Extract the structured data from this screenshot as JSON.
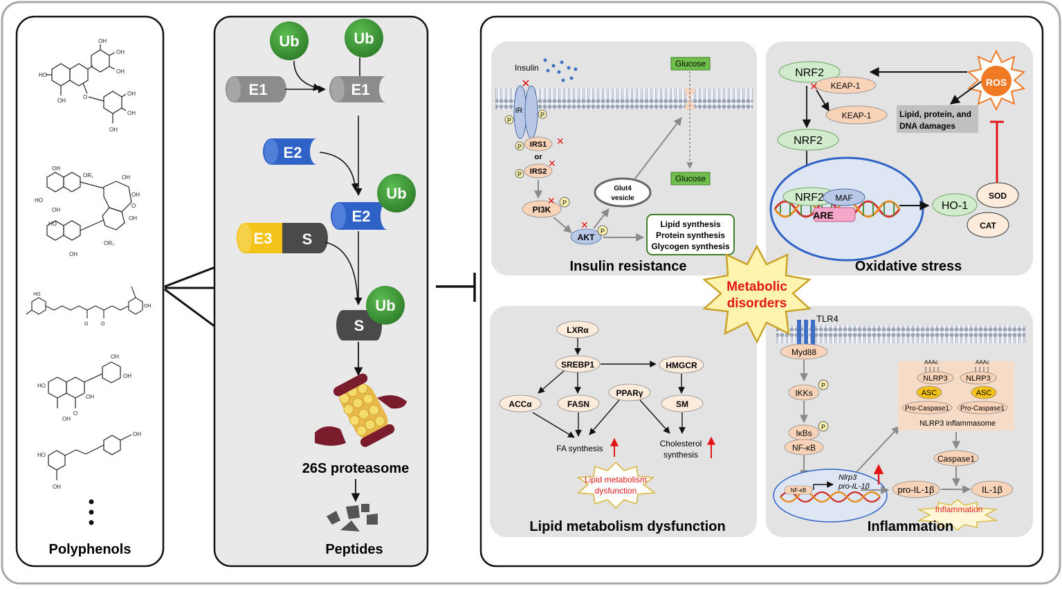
{
  "colors": {
    "frame": "#a8a8a8",
    "panel_gray": "#e9e9e9",
    "subpanel_gray": "#e3e3e3",
    "ub_green": "#3c9a35",
    "e1_gray": "#8c8c8c",
    "e2_blue": "#2f62c7",
    "e3_yellow": "#f5c21a",
    "s_dark": "#4a4a4a",
    "peach": "#f8d3b8",
    "light_green": "#d3ebcd",
    "light_blue": "#b8c8e6",
    "ros_orange": "#ef7a23",
    "red": "#e21616",
    "proteasome_red": "#7a1c2c",
    "proteasome_yellow": "#f2d25a"
  },
  "polyphenols": {
    "label": "Polyphenols",
    "molecules": [
      "egcg-structure",
      "theaflavin-structure",
      "curcumin-structure",
      "quercetin-structure",
      "resveratrol-structure"
    ],
    "more": "more-dots-icon"
  },
  "ubiquitin": {
    "ub": "Ub",
    "e1": "E1",
    "e2": "E2",
    "e3": "E3",
    "s": "S",
    "proteasome": "26S proteasome",
    "peptides": "Peptides"
  },
  "insulin": {
    "title": "Insulin resistance",
    "insulin": "Insulin",
    "glucose_out": "Glucose",
    "glucose_in": "Glucose",
    "ir": "IR",
    "p": "P",
    "irs1": "IRS1",
    "or": "or",
    "irs2": "IRS2",
    "pi3k": "PI3K",
    "akt": "AKT",
    "glut4_line1": "Glut4",
    "glut4_line2": "vesicle",
    "synth1": "Lipid synthesis",
    "synth2": "Protein synthesis",
    "synth3": "Glycogen synthesis"
  },
  "oxidative": {
    "title": "Oxidative stress",
    "nrf2": "NRF2",
    "keap1": "KEAP-1",
    "ros": "ROS",
    "damage1": "Lipid, protein, and",
    "damage2": "DNA damages",
    "maf": "MAF",
    "are": "ARE",
    "ho1": "HO-1",
    "sod": "SOD",
    "cat": "CAT"
  },
  "center": {
    "line1": "Metabolic",
    "line2": "disorders"
  },
  "lipid": {
    "title": "Lipid metabolism dysfunction",
    "lxra": "LXRα",
    "srebp1": "SREBP1",
    "hmgcr": "HMGCR",
    "pparg": "PPARγ",
    "acca": "ACCα",
    "fasn": "FASN",
    "sm": "SM",
    "fa": "FA synthesis",
    "chol1": "Cholesterol",
    "chol2": "synthesis",
    "burst1": "Lipid metabolism",
    "burst2": "dysfunction"
  },
  "inflammation": {
    "title": "Inflammation",
    "tlr4": "TLR4",
    "myd88": "Myd88",
    "ikks": "IKKs",
    "ikbs": "IκBs",
    "nfkb": "NF-κB",
    "nfkb_small": "NF-κB",
    "nlrp3_gene": "Nlrp3",
    "pro_il1b_gene": "pro-IL-1β",
    "aaac": "AAAc",
    "nlrp3": "NLRP3",
    "asc": "ASC",
    "procasp": "Pro-Caspase1",
    "inflammasome": "NLRP3 inflammasome",
    "caspase1": "Caspase1",
    "pro_il1b": "pro-IL-1β",
    "il1b": "IL-1β",
    "burst": "Inflammation"
  }
}
